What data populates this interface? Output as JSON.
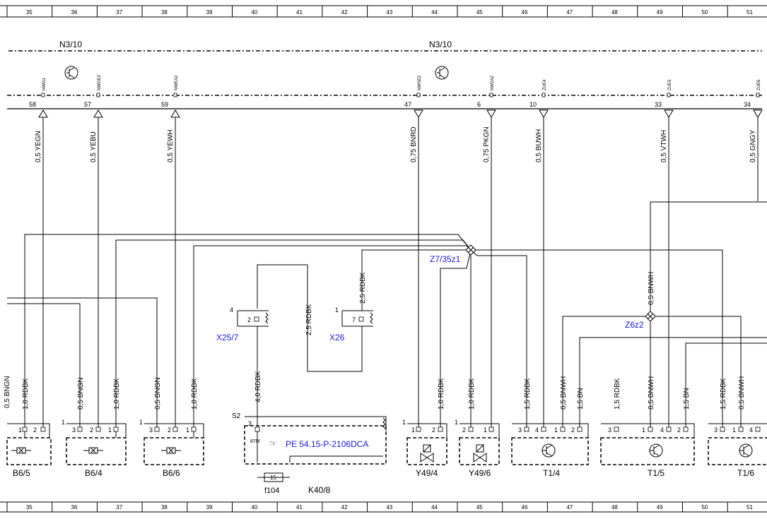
{
  "grid": {
    "top": [
      "35",
      "36",
      "37",
      "38",
      "39",
      "40",
      "41",
      "42",
      "43",
      "44",
      "45",
      "46",
      "47",
      "48",
      "49",
      "50",
      "51"
    ],
    "bottom": [
      "35",
      "36",
      "37",
      "38",
      "39",
      "40",
      "41",
      "42",
      "43",
      "44",
      "45",
      "46",
      "47",
      "48",
      "49",
      "50",
      "51"
    ]
  },
  "modules": {
    "left_label": "N3/10",
    "right_label": "N3/10"
  },
  "connectors": [
    {
      "code": "NWG1",
      "pin": "58",
      "wire": "0,5 YEGN"
    },
    {
      "code": "NWGE2",
      "pin": "57",
      "wire": "0,5 YEBU"
    },
    {
      "code": "NWEA2",
      "pin": "59",
      "wire": "0,5 YEWH"
    },
    {
      "code": "NWSE2",
      "pin": "47",
      "wire": "0,75 BNRD"
    },
    {
      "code": "NW2A2",
      "pin": "6",
      "wire": "0,75 PKGN"
    },
    {
      "code": "ZUE4",
      "pin": "10",
      "wire": "0,5 BUWH"
    },
    {
      "code": "ZUE5",
      "pin": "33",
      "wire": "0,5 VTWH"
    },
    {
      "code": "ZUE6",
      "pin": "34",
      "wire": "0,5 GNGY"
    }
  ],
  "splices": {
    "z7": "Z7/35z1",
    "z6": "Z6z2"
  },
  "wire_labels": {
    "rdbk_top": "2,5 RDBK",
    "rdbk_mid": "2,5 RDBK",
    "bnwh_z6": "0,5 BNWH",
    "s2_feed": "4,0 RDBK",
    "b65_cut": "0,5 BNGN",
    "b65_rdbk": "1,0 RDBK",
    "b64_bngn": "0,5 BNGN",
    "b64_rdbk": "1,0 RDBK",
    "b66_bngn": "0,5 BNGN",
    "b66_rdbk": "1,0 RDBK",
    "y494_rdbk": "1,0 RDBK",
    "y496_rdbk": "1,0 RDBK",
    "t14_rdbk": "1,5 RDBK",
    "t14_bnwh": "0,5 BNWH",
    "t14_bn": "1,5 BN",
    "t15_rdbk": "1,5 RDBK",
    "t15_bnwh": "0,5 BNWH",
    "t15_bn": "1,5 BN",
    "t16_rdbk": "1,5 RDBK",
    "t16_bnwh": "0,5 BNWH"
  },
  "connector_blocks": {
    "x257": {
      "label": "X25/7",
      "outer_pin": "4",
      "inner_pin": "2"
    },
    "x26": {
      "label": "X26",
      "outer_pin": "1",
      "inner_pin": "7"
    }
  },
  "components": {
    "b65": {
      "label": "B6/5",
      "pins": [
        "2",
        "1"
      ]
    },
    "b64": {
      "label": "B6/4",
      "pins": [
        "1",
        "3",
        "2",
        "1"
      ]
    },
    "b66": {
      "label": "B6/6",
      "pins": [
        "1",
        "3",
        "2",
        "1"
      ]
    },
    "k408": {
      "label": "K40/8",
      "s2": "S2",
      "pin3": "3",
      "pin87": "87M",
      "ref": "PE 54.15-P-2106DCA",
      "fuse_num": "15",
      "fuse": "f104"
    },
    "y494": {
      "label": "Y49/4",
      "pins": [
        "1",
        "1",
        "2"
      ]
    },
    "y496": {
      "label": "Y49/6",
      "pins": [
        "1",
        "2",
        "1"
      ]
    },
    "t14": {
      "label": "T1/4",
      "pins": [
        "3",
        "4",
        "1",
        "2"
      ]
    },
    "t15": {
      "label": "T1/5",
      "pins": [
        "3",
        "1",
        "4",
        "2"
      ]
    },
    "t16": {
      "label": "T1/6",
      "pins": [
        "3",
        "1",
        "4"
      ]
    }
  },
  "colors": {
    "line": "#000000",
    "label_blue": "#1a1ad6"
  }
}
